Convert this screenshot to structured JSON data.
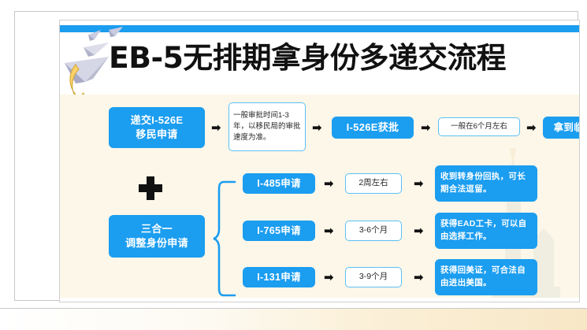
{
  "document": {
    "title": "EB-5无排期拿身份多递交流程",
    "accent_blue": "#1b9df0",
    "panel_cream": "#fdf7e9",
    "note_border": "#5bc0f5"
  },
  "decorations": {
    "paper_planes": "paper-plane-decoration",
    "curl_arrow": "yellow-curl-arrow",
    "statue": "statue-of-liberty-watermark",
    "plus": "plus-sign",
    "brace": "curly-brace"
  },
  "arrow_glyph": "➡",
  "flow": {
    "row_main": {
      "step1": "递交I-526E\n移民申请",
      "step1_line1": "递交I-526E",
      "step1_line2": "移民申请",
      "note1": "一般审批时间1-3年，以移民局的审批速度为准。",
      "step2": "I-526E获批",
      "note2": "一般在6个月左右",
      "step3": "拿到临时绿卡"
    },
    "combo": {
      "label_line1": "三合一",
      "label_line2": "调整身份申请"
    },
    "branches": [
      {
        "application": "I-485申请",
        "duration": "2周左右",
        "result": "收到转身份回执，可长期合法逗留。"
      },
      {
        "application": "I-765申请",
        "duration": "3-6个月",
        "result": "获得EAD工卡，可以自由选择工作。"
      },
      {
        "application": "I-131申请",
        "duration": "3-9个月",
        "result": "获得回美证，可合法自由进出美国。"
      }
    ]
  }
}
